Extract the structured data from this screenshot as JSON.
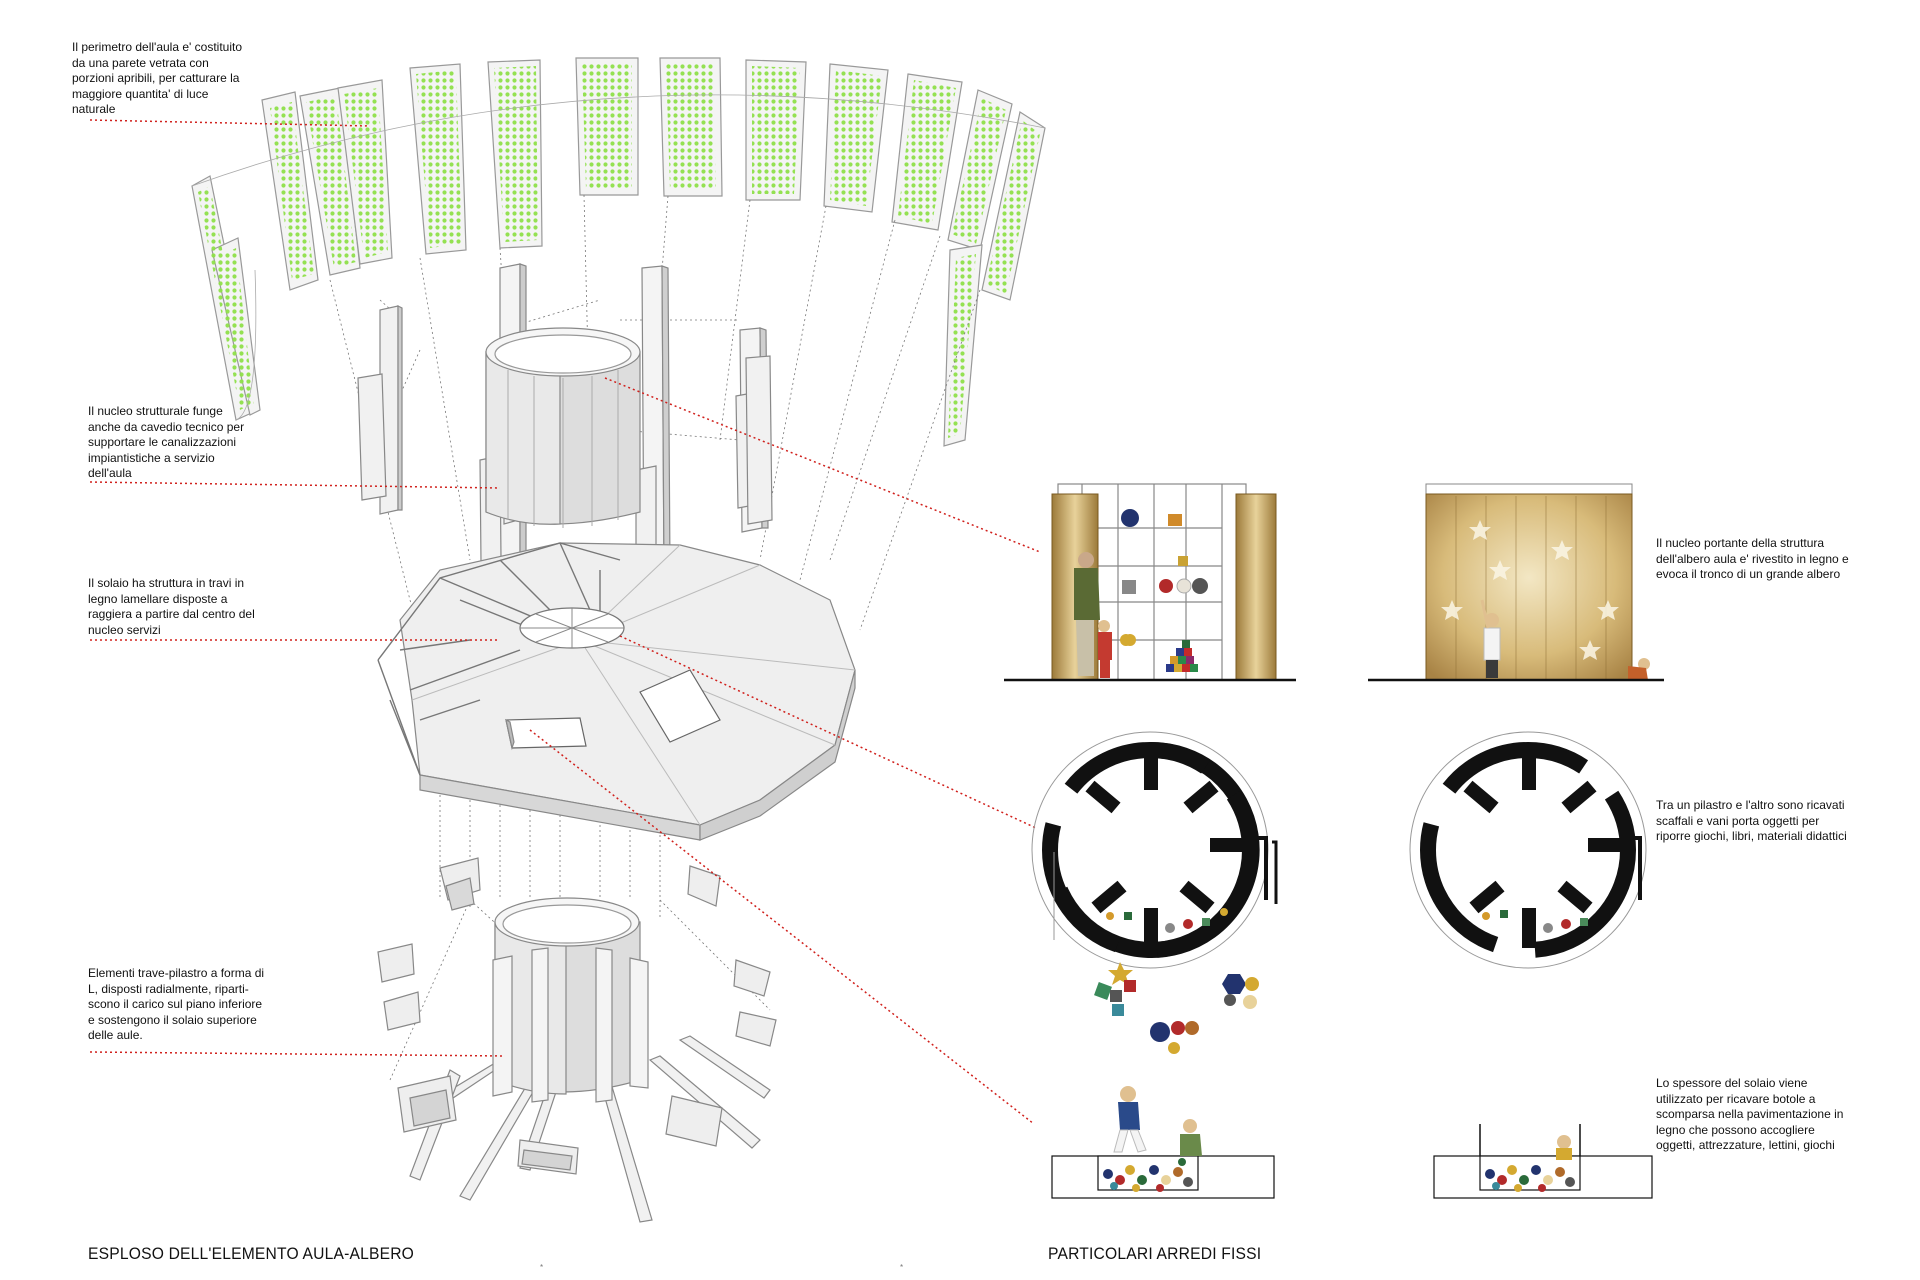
{
  "annotations": {
    "perimeter": "Il perimetro dell'aula e' costituito\nda una parete vetrata con\nporzioni apribili, per catturare la\nmaggiore quantita' di luce\nnaturale",
    "core": "Il nucleo strutturale  funge\nanche da cavedio tecnico per\nsupportare le canalizzazioni\nimpiantistiche a servizio\ndell'aula",
    "slab": "Il solaio ha struttura in travi in\nlegno lamellare disposte a\nraggiera a partire dal centro del\nnucleo servizi",
    "beams": "Elementi trave-pilastro a forma di\nL, disposti radialmente, riparti-\nscono il carico sul piano inferiore\ne sostengono il solaio superiore\ndelle aule.",
    "trunk": "Il nucleo portante della struttura\ndell'albero aula e' rivestito in legno e\nevoca il tronco di un grande albero",
    "shelves": "Tra un pilastro e l'altro sono ricavati\nscaffali e vani porta oggetti per\nriporre giochi, libri, materiali didattici",
    "trapdoors": "Lo spessore del solaio viene\nutilizzato per ricavare botole a\nscomparsa nella pavimentazione in\nlegno che possono accogliere\noggetti, attrezzature, lettini, giochi"
  },
  "captions": {
    "exploded": "ESPLOSO DELL'ELEMENTO AULA-ALBERO",
    "details": "PARTICOLARI ARREDI FISSI"
  },
  "colors": {
    "glass": "#8fe04a",
    "leader": "#d0201c",
    "wood": "#c9a35a",
    "black": "#111111"
  }
}
